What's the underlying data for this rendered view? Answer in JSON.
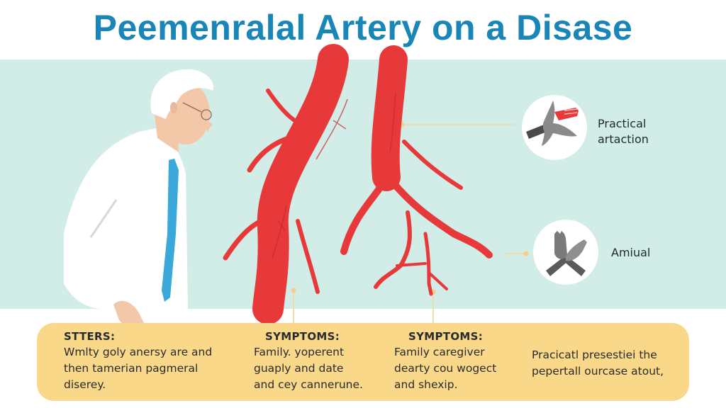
{
  "title": "Peemenralal Artery on a Disase",
  "colors": {
    "title": "#1a86b8",
    "band": "#d2ece8",
    "artery": "#e8393a",
    "tie": "#3aa9d9",
    "infobox": "#f9d88a",
    "connector": "#f2d48c"
  },
  "illustration": {
    "figure": "elderly-man-in-white-shirt-blue-tie",
    "arteries": "branching-red-arteries"
  },
  "callouts": [
    {
      "icon": "hand-injury-icon",
      "label": "Practical\nartaction"
    },
    {
      "icon": "crossed-hands-icon",
      "label": "Amiual"
    }
  ],
  "info_columns": [
    {
      "heading": "STTERS:",
      "text": "Wmlty goly anersy are and\nthen tamerian pagmeral\ndiserey."
    },
    {
      "heading": "SYMPTOMS:",
      "text": "Family. yoperent\nguaply and date\nand cey cannerune."
    },
    {
      "heading": "SYMPTOMS:",
      "text": "Family caregiver\ndearty cou wogect\nand shexip."
    },
    {
      "heading": "",
      "text": "Pracicatl presestiei the\npepertall ourcase atout,"
    }
  ]
}
